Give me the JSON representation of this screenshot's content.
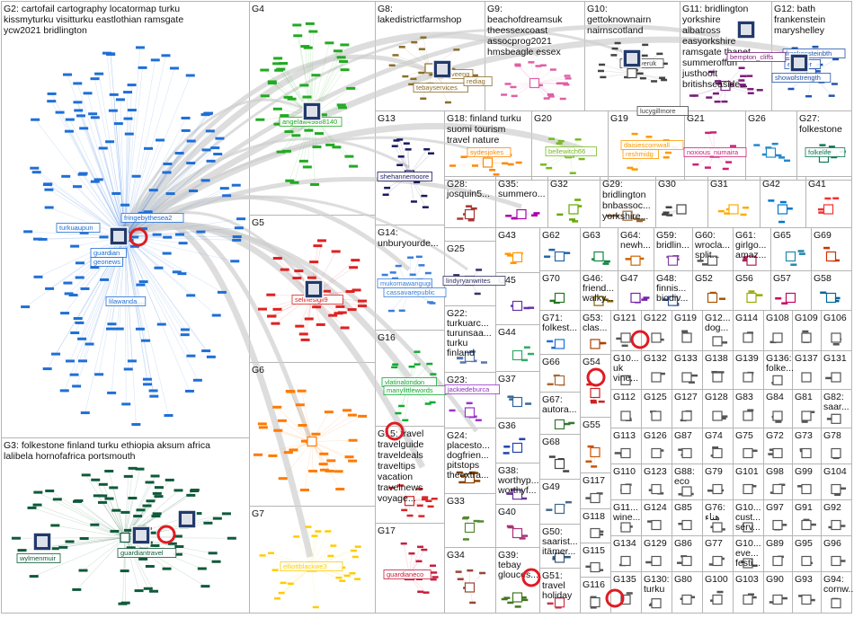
{
  "groups": [
    {
      "id": "G2",
      "lines": [
        "G2: cartofail cartography locatormap turku",
        "kissmyturku visitturku eastlothian ramsgate",
        "ycw2021 bridlington"
      ],
      "color": "#1f6fd6"
    },
    {
      "id": "G3",
      "lines": [
        "G3: folkestone finland turku ethiopia aksum africa",
        "lalibela hornofafrica portsmouth"
      ],
      "color": "#0f5a3a"
    },
    {
      "id": "G4",
      "lines": [
        "G4"
      ],
      "color": "#22aa22"
    },
    {
      "id": "G5",
      "lines": [
        "G5"
      ],
      "color": "#dd2222"
    },
    {
      "id": "G6",
      "lines": [
        "G6"
      ],
      "color": "#ff7a00"
    },
    {
      "id": "G7",
      "lines": [
        "G7"
      ],
      "color": "#ffcc00"
    },
    {
      "id": "G8",
      "lines": [
        "G8:",
        "lakedistrictfarmshop"
      ],
      "color": "#8b6d2a"
    },
    {
      "id": "G9",
      "lines": [
        "G9:",
        "beachofdreamsuk",
        "theessexcoast",
        "assocprog2021",
        "hmsbeagle essex"
      ],
      "color": "#e05fa6"
    },
    {
      "id": "G10",
      "lines": [
        "G10:",
        "gettoknownairn",
        "nairnscotland"
      ],
      "color": "#444444"
    },
    {
      "id": "G11",
      "lines": [
        "G11: bridlington",
        "yorkshire",
        "albatross",
        "easyorkshire",
        "ramsgate thanet",
        "summeroffun",
        "justhooit",
        "britishseaside..."
      ],
      "color": "#7a1e7a"
    },
    {
      "id": "G12",
      "lines": [
        "G12: bath",
        "frankenstein",
        "maryshelley"
      ],
      "color": "#2255aa"
    },
    {
      "id": "G13",
      "lines": [
        "G13"
      ],
      "color": "#1a1a5e"
    },
    {
      "id": "G14",
      "lines": [
        "G14:",
        "unburyourde..."
      ],
      "color": "#3b7dd8"
    },
    {
      "id": "G15",
      "lines": [
        "G15: travel",
        "travelguide",
        "traveldeals",
        "traveltips",
        "vacation",
        "travelnews",
        "voyage..."
      ],
      "color": "#d62728"
    },
    {
      "id": "G16",
      "lines": [
        "G16"
      ],
      "color": "#11aa33"
    },
    {
      "id": "G17",
      "lines": [
        "G17"
      ],
      "color": "#c81e3c"
    },
    {
      "id": "G18",
      "lines": [
        "G18: finland turku",
        "suomi tourism",
        "travel nature"
      ],
      "color": "#ff8800"
    },
    {
      "id": "G19",
      "lines": [
        "G19"
      ],
      "color": "#ff9900"
    },
    {
      "id": "G20",
      "lines": [
        "G20"
      ],
      "color": "#77bb22"
    },
    {
      "id": "G21",
      "lines": [
        "G21"
      ],
      "color": "#cc2277"
    },
    {
      "id": "G22",
      "lines": [
        "G22:",
        "turkuarc...",
        "turunsaa...",
        "turku",
        "finland"
      ],
      "color": "#5577aa"
    },
    {
      "id": "G23",
      "lines": [
        "G23:",
        "travel"
      ],
      "color": "#9933cc"
    },
    {
      "id": "G24",
      "lines": [
        "G24:",
        "placesto...",
        "dogfrien...",
        "pitstops",
        "theextra..."
      ],
      "color": "#884400"
    },
    {
      "id": "G25",
      "lines": [
        "G25"
      ],
      "color": "#333366"
    },
    {
      "id": "G26",
      "lines": [
        "G26"
      ],
      "color": "#2288cc"
    },
    {
      "id": "G27",
      "lines": [
        "G27:",
        "folkestone"
      ],
      "color": "#117755"
    },
    {
      "id": "G28",
      "lines": [
        "G28:",
        "josquin5..."
      ],
      "color": "#aa3333"
    },
    {
      "id": "G29",
      "lines": [
        "G29:",
        "bridlington",
        "bnbassoc...",
        "yorkshire..."
      ],
      "color": "#996633"
    },
    {
      "id": "G30",
      "lines": [
        "G30"
      ],
      "color": "#444444"
    },
    {
      "id": "G31",
      "lines": [
        "G31"
      ],
      "color": "#ffaa00"
    },
    {
      "id": "G32",
      "lines": [
        "G32"
      ],
      "color": "#66aa00"
    },
    {
      "id": "G35",
      "lines": [
        "G35:",
        "summero..."
      ],
      "color": "#aa00aa"
    },
    {
      "id": "G42",
      "lines": [
        "G42"
      ],
      "color": "#0077cc"
    },
    {
      "id": "G41",
      "lines": [
        "G41"
      ],
      "color": "#ee3333"
    },
    {
      "id": "G43",
      "lines": [
        "G43"
      ],
      "color": "#ff9900"
    },
    {
      "id": "G62",
      "lines": [
        "G62"
      ],
      "color": "#2266aa"
    },
    {
      "id": "G63",
      "lines": [
        "G63"
      ],
      "color": "#118844"
    },
    {
      "id": "G64",
      "lines": [
        "G64:",
        "newh..."
      ],
      "color": "#cc6600"
    },
    {
      "id": "G59",
      "lines": [
        "G59:",
        "bridlin..."
      ],
      "color": "#8844aa"
    },
    {
      "id": "G60",
      "lines": [
        "G60:",
        "wrocla...",
        "split..."
      ],
      "color": "#555555"
    },
    {
      "id": "G61",
      "lines": [
        "G61:",
        "girlgo...",
        "amaz..."
      ],
      "color": "#aa2255"
    },
    {
      "id": "G65",
      "lines": [
        "G65"
      ],
      "color": "#2288aa"
    },
    {
      "id": "G69",
      "lines": [
        "G69"
      ],
      "color": "#cc3300"
    },
    {
      "id": "G45",
      "lines": [
        "G45"
      ],
      "color": "#6633aa"
    },
    {
      "id": "G70",
      "lines": [
        "G70"
      ],
      "color": "#227722"
    },
    {
      "id": "G46",
      "lines": [
        "G46:",
        "friend...",
        "walky..."
      ],
      "color": "#886600"
    },
    {
      "id": "G47",
      "lines": [
        "G47"
      ],
      "color": "#7722aa"
    },
    {
      "id": "G48",
      "lines": [
        "G48:",
        "finnis...",
        "biodiv..."
      ],
      "color": "#335599"
    },
    {
      "id": "G52",
      "lines": [
        "G52"
      ],
      "color": "#aa5500"
    },
    {
      "id": "G56",
      "lines": [
        "G56"
      ],
      "color": "#99aa00"
    },
    {
      "id": "G57",
      "lines": [
        "G57"
      ],
      "color": "#cc0066"
    },
    {
      "id": "G58",
      "lines": [
        "G58"
      ],
      "color": "#006699"
    },
    {
      "id": "G44",
      "lines": [
        "G44"
      ],
      "color": "#33aa66"
    },
    {
      "id": "G71",
      "lines": [
        "G71:",
        "folkest..."
      ],
      "color": "#1f6fd6"
    },
    {
      "id": "G53",
      "lines": [
        "G53:",
        "clas..."
      ],
      "color": "#aa4400"
    },
    {
      "id": "G121",
      "lines": [
        "G121"
      ],
      "color": "#555"
    },
    {
      "id": "G122",
      "lines": [
        "G122"
      ],
      "color": "#555"
    },
    {
      "id": "G119",
      "lines": [
        "G119"
      ],
      "color": "#555"
    },
    {
      "id": "G12x",
      "lines": [
        "G12...",
        "dog..."
      ],
      "color": "#555"
    },
    {
      "id": "G114",
      "lines": [
        "G114"
      ],
      "color": "#555"
    },
    {
      "id": "G108",
      "lines": [
        "G108"
      ],
      "color": "#555"
    },
    {
      "id": "G109",
      "lines": [
        "G109"
      ],
      "color": "#555"
    },
    {
      "id": "G106",
      "lines": [
        "G106"
      ],
      "color": "#555"
    },
    {
      "id": "G37",
      "lines": [
        "G37"
      ],
      "color": "#336699"
    },
    {
      "id": "G66",
      "lines": [
        "G66"
      ],
      "color": "#aa6633"
    },
    {
      "id": "G54",
      "lines": [
        "G54"
      ],
      "color": "#cc2222"
    },
    {
      "id": "G10x",
      "lines": [
        "G10...",
        "uk",
        "vine..."
      ],
      "color": "#555"
    },
    {
      "id": "G132",
      "lines": [
        "G132"
      ],
      "color": "#555"
    },
    {
      "id": "G133",
      "lines": [
        "G133"
      ],
      "color": "#555"
    },
    {
      "id": "G138",
      "lines": [
        "G138"
      ],
      "color": "#555"
    },
    {
      "id": "G139",
      "lines": [
        "G139"
      ],
      "color": "#555"
    },
    {
      "id": "G136",
      "lines": [
        "G136:",
        "folke..."
      ],
      "color": "#555"
    },
    {
      "id": "G137",
      "lines": [
        "G137"
      ],
      "color": "#555"
    },
    {
      "id": "G131",
      "lines": [
        "G131"
      ],
      "color": "#555"
    },
    {
      "id": "G67",
      "lines": [
        "G67:",
        "autora..."
      ],
      "color": "#337733"
    },
    {
      "id": "G112",
      "lines": [
        "G112"
      ],
      "color": "#555"
    },
    {
      "id": "G125",
      "lines": [
        "G125"
      ],
      "color": "#555"
    },
    {
      "id": "G127",
      "lines": [
        "G127"
      ],
      "color": "#555"
    },
    {
      "id": "G128",
      "lines": [
        "G128"
      ],
      "color": "#555"
    },
    {
      "id": "G83",
      "lines": [
        "G83"
      ],
      "color": "#555"
    },
    {
      "id": "G84",
      "lines": [
        "G84"
      ],
      "color": "#555"
    },
    {
      "id": "G81",
      "lines": [
        "G81"
      ],
      "color": "#555"
    },
    {
      "id": "G82",
      "lines": [
        "G82:",
        "saar..."
      ],
      "color": "#555"
    },
    {
      "id": "G36",
      "lines": [
        "G36"
      ],
      "color": "#2244aa"
    },
    {
      "id": "G55",
      "lines": [
        "G55"
      ],
      "color": "#cc5500"
    },
    {
      "id": "G113",
      "lines": [
        "G113"
      ],
      "color": "#555"
    },
    {
      "id": "G126",
      "lines": [
        "G126"
      ],
      "color": "#555"
    },
    {
      "id": "G87",
      "lines": [
        "G87"
      ],
      "color": "#555"
    },
    {
      "id": "G74",
      "lines": [
        "G74"
      ],
      "color": "#555"
    },
    {
      "id": "G75",
      "lines": [
        "G75"
      ],
      "color": "#555"
    },
    {
      "id": "G72",
      "lines": [
        "G72"
      ],
      "color": "#555"
    },
    {
      "id": "G73",
      "lines": [
        "G73"
      ],
      "color": "#555"
    },
    {
      "id": "G78",
      "lines": [
        "G78"
      ],
      "color": "#555"
    },
    {
      "id": "G68",
      "lines": [
        "G68"
      ],
      "color": "#444"
    },
    {
      "id": "G38",
      "lines": [
        "G38:",
        "worthyp...",
        "worthyf..."
      ],
      "color": "#663399"
    },
    {
      "id": "G117",
      "lines": [
        "G117"
      ],
      "color": "#555"
    },
    {
      "id": "G110",
      "lines": [
        "G110"
      ],
      "color": "#555"
    },
    {
      "id": "G123",
      "lines": [
        "G123"
      ],
      "color": "#555"
    },
    {
      "id": "G88",
      "lines": [
        "G88:",
        "eco"
      ],
      "color": "#555"
    },
    {
      "id": "G79",
      "lines": [
        "G79"
      ],
      "color": "#555"
    },
    {
      "id": "G101",
      "lines": [
        "G101"
      ],
      "color": "#555"
    },
    {
      "id": "G98",
      "lines": [
        "G98"
      ],
      "color": "#555"
    },
    {
      "id": "G99",
      "lines": [
        "G99"
      ],
      "color": "#555"
    },
    {
      "id": "G104",
      "lines": [
        "G104"
      ],
      "color": "#555"
    },
    {
      "id": "G49",
      "lines": [
        "G49"
      ],
      "color": "#446688"
    },
    {
      "id": "G33",
      "lines": [
        "G33"
      ],
      "color": "#558833"
    },
    {
      "id": "G118",
      "lines": [
        "G118"
      ],
      "color": "#555"
    },
    {
      "id": "G11x",
      "lines": [
        "G11...",
        "wine..."
      ],
      "color": "#555"
    },
    {
      "id": "G124",
      "lines": [
        "G124"
      ],
      "color": "#555"
    },
    {
      "id": "G85",
      "lines": [
        "G85"
      ],
      "color": "#555"
    },
    {
      "id": "G76",
      "lines": [
        "G76:",
        "هناء"
      ],
      "color": "#555"
    },
    {
      "id": "G10y",
      "lines": [
        "G10...",
        "cust...",
        "serv..."
      ],
      "color": "#555"
    },
    {
      "id": "G97",
      "lines": [
        "G97"
      ],
      "color": "#555"
    },
    {
      "id": "G91",
      "lines": [
        "G91"
      ],
      "color": "#555"
    },
    {
      "id": "G92",
      "lines": [
        "G92"
      ],
      "color": "#555"
    },
    {
      "id": "G40",
      "lines": [
        "G40"
      ],
      "color": "#aa3377"
    },
    {
      "id": "G50",
      "lines": [
        "G50:",
        "saarist...",
        "itämer..."
      ],
      "color": "#335577"
    },
    {
      "id": "G115",
      "lines": [
        "G115"
      ],
      "color": "#555"
    },
    {
      "id": "G134",
      "lines": [
        "G134"
      ],
      "color": "#555"
    },
    {
      "id": "G129",
      "lines": [
        "G129"
      ],
      "color": "#555"
    },
    {
      "id": "G86",
      "lines": [
        "G86"
      ],
      "color": "#555"
    },
    {
      "id": "G77",
      "lines": [
        "G77"
      ],
      "color": "#555"
    },
    {
      "id": "G10z",
      "lines": [
        "G10...",
        "eve...",
        "festi..."
      ],
      "color": "#555"
    },
    {
      "id": "G89",
      "lines": [
        "G89"
      ],
      "color": "#555"
    },
    {
      "id": "G95",
      "lines": [
        "G95"
      ],
      "color": "#555"
    },
    {
      "id": "G96",
      "lines": [
        "G96"
      ],
      "color": "#555"
    },
    {
      "id": "G34",
      "lines": [
        "G34"
      ],
      "color": "#994433"
    },
    {
      "id": "G39",
      "lines": [
        "G39:",
        "tebay",
        "glouces..."
      ],
      "color": "#447722"
    },
    {
      "id": "G51",
      "lines": [
        "G51:",
        "travel",
        "holiday"
      ],
      "color": "#cc3344"
    },
    {
      "id": "G116",
      "lines": [
        "G116"
      ],
      "color": "#555"
    },
    {
      "id": "G135",
      "lines": [
        "G135"
      ],
      "color": "#555"
    },
    {
      "id": "G130",
      "lines": [
        "G130:",
        "turku"
      ],
      "color": "#555"
    },
    {
      "id": "G80",
      "lines": [
        "G80"
      ],
      "color": "#555"
    },
    {
      "id": "G100",
      "lines": [
        "G100"
      ],
      "color": "#555"
    },
    {
      "id": "G103",
      "lines": [
        "G103"
      ],
      "color": "#555"
    },
    {
      "id": "G90",
      "lines": [
        "G90"
      ],
      "color": "#555"
    },
    {
      "id": "G93",
      "lines": [
        "G93"
      ],
      "color": "#555"
    },
    {
      "id": "G94",
      "lines": [
        "G94:",
        "cornw..."
      ],
      "color": "#555"
    }
  ],
  "node_labels": [
    {
      "text": "turkuaupun",
      "group": "G2"
    },
    {
      "text": "fringebythesea2",
      "group": "G2"
    },
    {
      "text": "guardian",
      "group": "G2"
    },
    {
      "text": "geonews",
      "group": "G2"
    },
    {
      "text": "lilawanda",
      "group": "G2"
    },
    {
      "text": "angelaw49888140",
      "group": "G4"
    },
    {
      "text": "selinesigil9",
      "group": "G5"
    },
    {
      "text": "elliottblackwe3",
      "group": "G7"
    },
    {
      "text": "wylmenmuir",
      "group": "G3"
    },
    {
      "text": "guardiantravel",
      "group": "G3"
    },
    {
      "text": "tebayservices",
      "group": "G8"
    },
    {
      "text": "veeng",
      "group": "G8"
    },
    {
      "text": "rediag",
      "group": "G8"
    },
    {
      "text": "observeruk",
      "group": "G10"
    },
    {
      "text": "lucygillmore",
      "group": "G10"
    },
    {
      "text": "showofstrength",
      "group": "G12"
    },
    {
      "text": "frankensteinbth",
      "group": "G12"
    },
    {
      "text": "explorer",
      "group": "G12"
    },
    {
      "text": "bempton_cliffs",
      "group": "G11"
    },
    {
      "text": "shehannemoore",
      "group": "G13"
    },
    {
      "text": "sydesjokes",
      "group": "G18"
    },
    {
      "text": "bellewitch66",
      "group": "G20"
    },
    {
      "text": "daisiescornwall",
      "group": "G19"
    },
    {
      "text": "reshmidg",
      "group": "G19"
    },
    {
      "text": "noxious_numaira",
      "group": "G21"
    },
    {
      "text": "folkelife",
      "group": "G27"
    },
    {
      "text": "mukomawangugi",
      "group": "G14"
    },
    {
      "text": "cassavarepublic",
      "group": "G14"
    },
    {
      "text": "lindyryanwrites",
      "group": "G25"
    },
    {
      "text": "vlatinalondon",
      "group": "G16"
    },
    {
      "text": "manylittlewords",
      "group": "G16"
    },
    {
      "text": "jackiedeburca",
      "group": "G23"
    },
    {
      "text": "guardianeco",
      "group": "G17"
    }
  ]
}
